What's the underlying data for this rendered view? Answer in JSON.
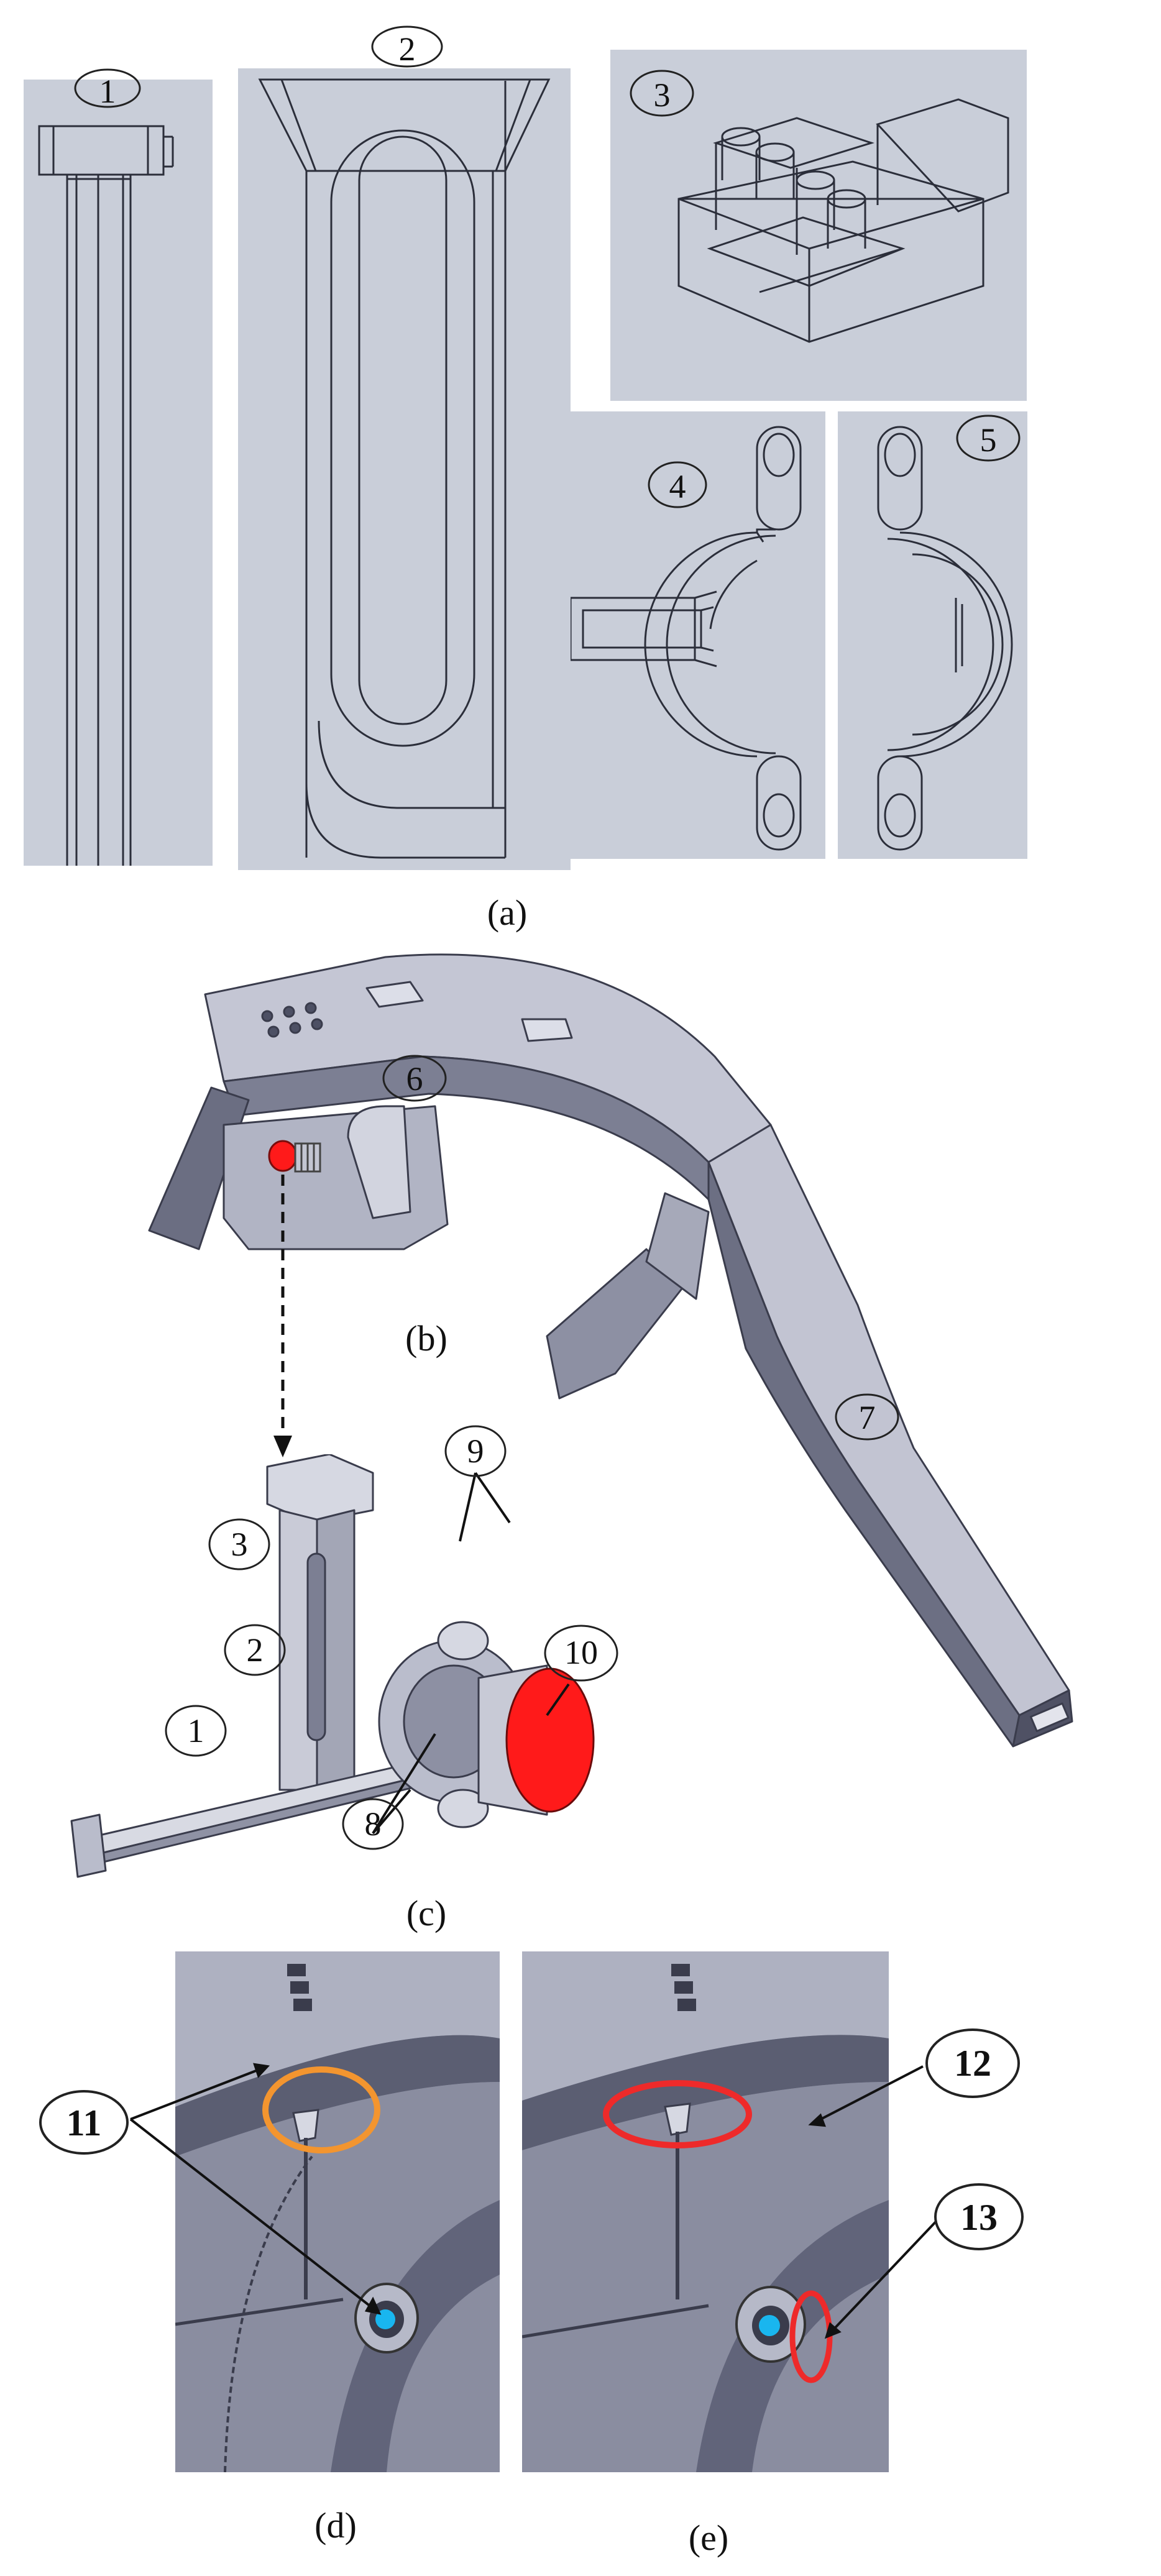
{
  "figure": {
    "captions": {
      "a": "(a)",
      "b": "(b)",
      "c": "(c)",
      "d": "(d)",
      "e": "(e)"
    },
    "labels": {
      "l1": "1",
      "l2": "2",
      "l3": "3",
      "l4": "4",
      "l5": "5",
      "l6": "6",
      "l7": "7",
      "c3": "3",
      "c2": "2",
      "c1": "1",
      "c8": "8",
      "c9": "9",
      "c10": "10",
      "l11": "11",
      "l12": "12",
      "l13": "13"
    },
    "colors": {
      "panel_bg": "#c9ced9",
      "part_fill": "#b9bccb",
      "part_dark": "#5f6175",
      "part_light": "#dcdee8",
      "red_cap": "#ff1a1a",
      "orange_ring": "#f3952f",
      "red_ring": "#ee2a2a",
      "blue_dot": "#19b6ef"
    }
  }
}
